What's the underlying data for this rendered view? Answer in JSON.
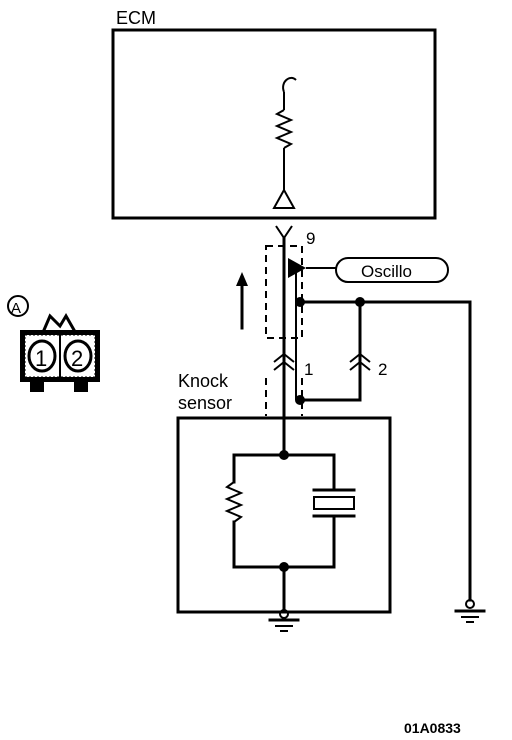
{
  "ecm_label": "ECM",
  "oscillo_label": "Oscillo",
  "knock_sensor_label_line1": "Knock",
  "knock_sensor_label_line2": "sensor",
  "pin_ecm": "9",
  "pin_1": "1",
  "pin_2": "2",
  "connector_tag": "A",
  "connector_pins": [
    "1",
    "2"
  ],
  "figure_code": "01A0833"
}
